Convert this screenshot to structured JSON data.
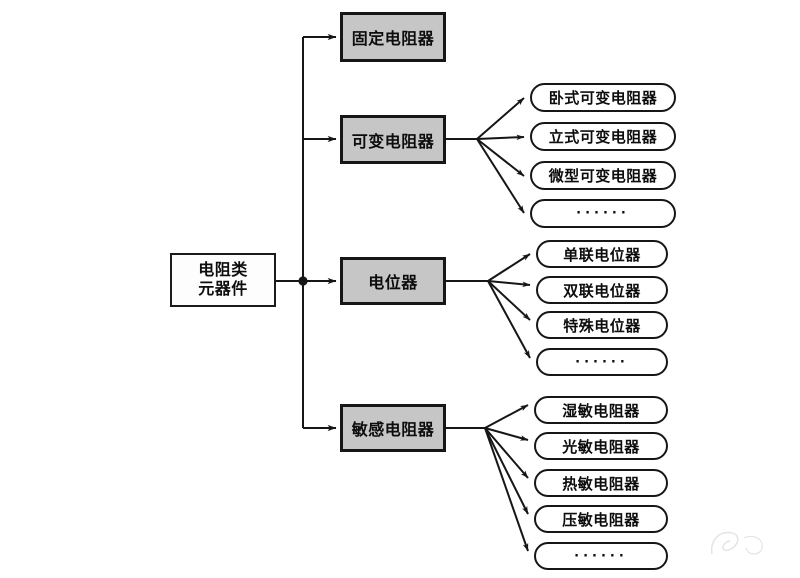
{
  "diagram": {
    "type": "tree",
    "orientation": "left-to-right",
    "title": "",
    "colors": {
      "category_fill": "#c6c6c6",
      "root_fill": "#fdfdfd",
      "leaf_fill": "#ffffff",
      "line": "#161616",
      "text": "#0d0d0d"
    },
    "root": {
      "id": "root",
      "label": "电阻类元器件",
      "lines": [
        "电阻类",
        "元器件"
      ],
      "shape": "rectangle",
      "fill": "white"
    },
    "categories": [
      {
        "id": "fixed-resistor",
        "label": "固定电阻器",
        "shape": "rectangle",
        "fill": "gray",
        "children": []
      },
      {
        "id": "variable-resistor",
        "label": "可变电阻器",
        "shape": "rectangle",
        "fill": "gray",
        "children": [
          {
            "id": "horizontal-variable-resistor",
            "label": "卧式可变电阻器"
          },
          {
            "id": "vertical-variable-resistor",
            "label": "立式可变电阻器"
          },
          {
            "id": "miniature-variable-resistor",
            "label": "微型可变电阻器"
          },
          {
            "id": "variable-resistor-ellipsis",
            "label": "······"
          }
        ]
      },
      {
        "id": "potentiometer",
        "label": "电位器",
        "shape": "rectangle",
        "fill": "gray",
        "children": [
          {
            "id": "single-gang-potentiometer",
            "label": "单联电位器"
          },
          {
            "id": "dual-gang-potentiometer",
            "label": "双联电位器"
          },
          {
            "id": "special-potentiometer",
            "label": "特殊电位器"
          },
          {
            "id": "potentiometer-ellipsis",
            "label": "······"
          }
        ]
      },
      {
        "id": "sensitive-resistor",
        "label": "敏感电阻器",
        "shape": "rectangle",
        "fill": "gray",
        "children": [
          {
            "id": "humidity-sensitive-resistor",
            "label": "湿敏电阻器"
          },
          {
            "id": "photo-sensitive-resistor",
            "label": "光敏电阻器"
          },
          {
            "id": "thermal-sensitive-resistor",
            "label": "热敏电阻器"
          },
          {
            "id": "voltage-sensitive-resistor",
            "label": "压敏电阻器"
          },
          {
            "id": "sensitive-resistor-ellipsis",
            "label": "······"
          }
        ]
      }
    ]
  }
}
